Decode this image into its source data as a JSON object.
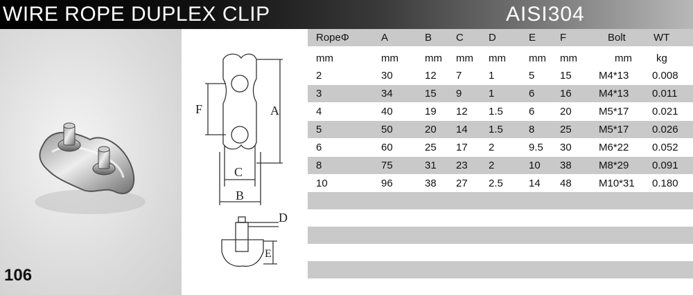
{
  "header": {
    "title": "WIRE ROPE DUPLEX CLIP",
    "material": "AISI304"
  },
  "product": {
    "model_number": "106"
  },
  "drawing": {
    "labels": {
      "A": "A",
      "B": "B",
      "C": "C",
      "D": "D",
      "E": "E",
      "F": "F"
    }
  },
  "table": {
    "headers": [
      "RopeΦ",
      "A",
      "B",
      "C",
      "D",
      "E",
      "F",
      "Bolt",
      "WT"
    ],
    "units": [
      "mm",
      "mm",
      "mm",
      "mm",
      "mm",
      "mm",
      "mm",
      "mm",
      "kg"
    ],
    "rows": [
      [
        "2",
        "30",
        "12",
        "7",
        "1",
        "5",
        "15",
        "M4*13",
        "0.008"
      ],
      [
        "3",
        "34",
        "15",
        "9",
        "1",
        "6",
        "16",
        "M4*13",
        "0.011"
      ],
      [
        "4",
        "40",
        "19",
        "12",
        "1.5",
        "6",
        "20",
        "M5*17",
        "0.021"
      ],
      [
        "5",
        "50",
        "20",
        "14",
        "1.5",
        "8",
        "25",
        "M5*17",
        "0.026"
      ],
      [
        "6",
        "60",
        "25",
        "17",
        "2",
        "9.5",
        "30",
        "M6*22",
        "0.052"
      ],
      [
        "8",
        "75",
        "31",
        "23",
        "2",
        "10",
        "38",
        "M8*29",
        "0.091"
      ],
      [
        "10",
        "96",
        "38",
        "27",
        "2.5",
        "14",
        "48",
        "M10*31",
        "0.180"
      ]
    ]
  }
}
